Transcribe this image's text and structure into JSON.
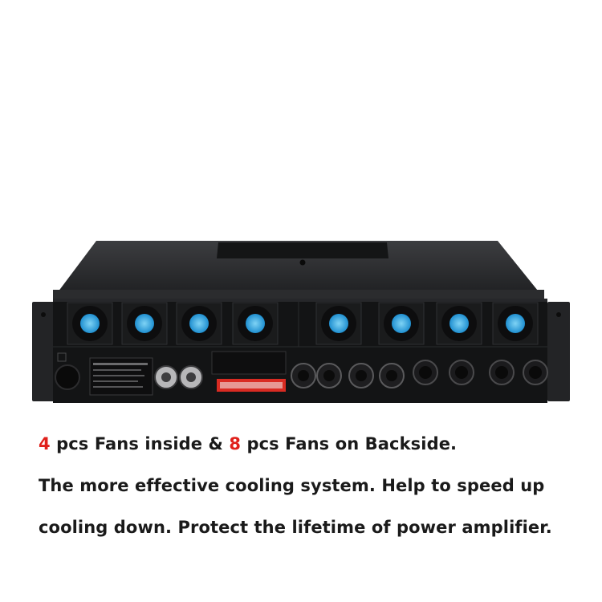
{
  "caption": {
    "line1_num_a": "4",
    "line1_text_a": " pcs Fans inside & ",
    "line1_num_b": "8",
    "line1_text_b": " pcs Fans on Backside.",
    "line2": "The more effective cooling system. Help to speed up",
    "line3": "cooling down. Protect the lifetime of power amplifier."
  },
  "colors": {
    "highlight": "#e0201b",
    "text": "#1a1a1a",
    "background": "#ffffff"
  }
}
